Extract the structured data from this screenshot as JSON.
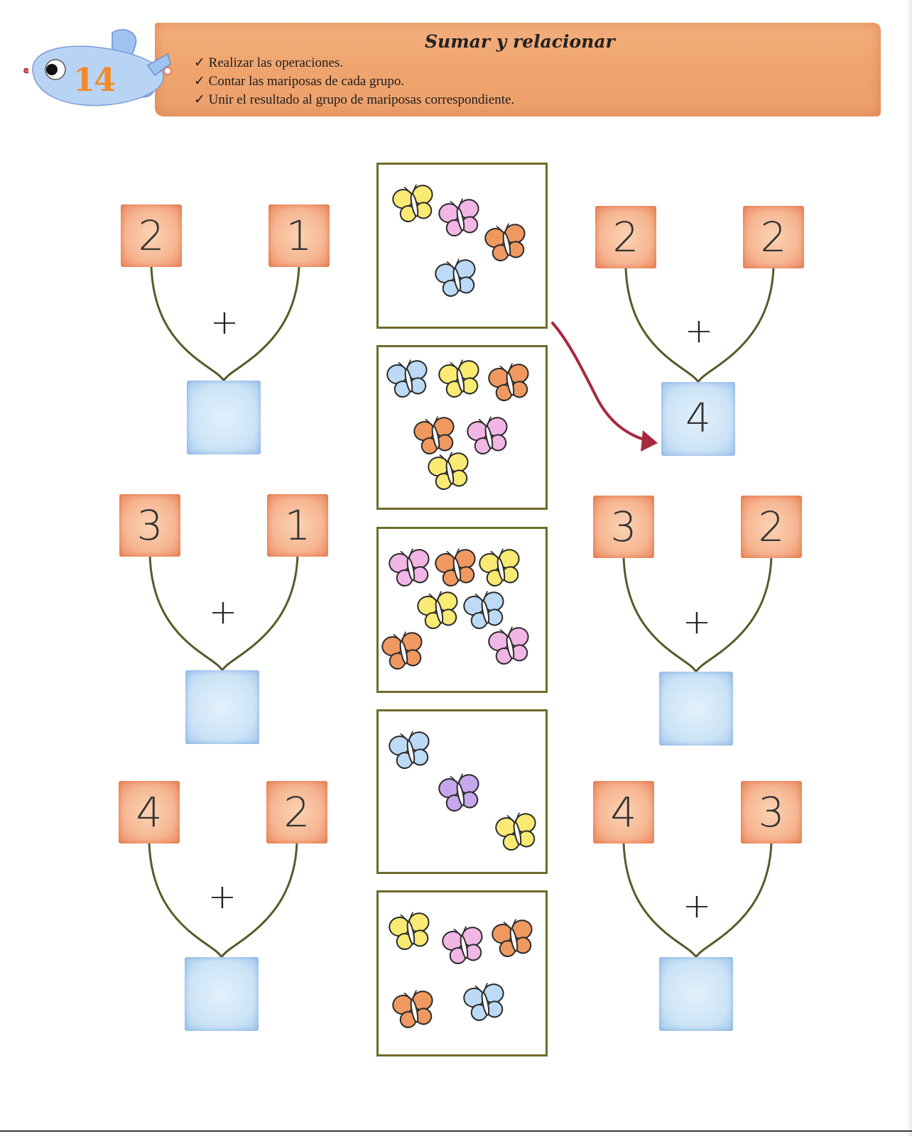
{
  "header": {
    "page_number": "14",
    "title": "Sumar y relacionar",
    "instructions": [
      "✓ Realizar las operaciones.",
      "✓ Contar las mariposas de cada grupo.",
      "✓ Unir el resultado al grupo de mariposas correspondiente."
    ]
  },
  "operator": "+",
  "exercises": [
    {
      "a": "2",
      "b": "1",
      "answer": ""
    },
    {
      "a": "2",
      "b": "2",
      "answer": "4"
    },
    {
      "a": "3",
      "b": "1",
      "answer": ""
    },
    {
      "a": "3",
      "b": "2",
      "answer": ""
    },
    {
      "a": "4",
      "b": "2",
      "answer": ""
    },
    {
      "a": "4",
      "b": "3",
      "answer": ""
    }
  ],
  "butterfly_groups": [
    {
      "count": 4,
      "colors": [
        "yellow",
        "pink",
        "orange",
        "blue"
      ]
    },
    {
      "count": 6,
      "colors": [
        "blue",
        "yellow",
        "orange",
        "orange",
        "pink",
        "yellow"
      ]
    },
    {
      "count": 7,
      "colors": [
        "pink",
        "orange",
        "yellow",
        "yellow",
        "blue",
        "orange",
        "pink"
      ]
    },
    {
      "count": 3,
      "colors": [
        "blue",
        "purple",
        "yellow"
      ]
    },
    {
      "count": 5,
      "colors": [
        "yellow",
        "pink",
        "orange",
        "orange",
        "blue"
      ]
    }
  ],
  "colors": {
    "yellow": "#f8ea73",
    "pink": "#f2b6e6",
    "orange": "#ef9960",
    "blue": "#bcdaf5",
    "purple": "#c6a7ec",
    "number_box": "#f6b692",
    "answer_box": "#cbe3f6",
    "stem": "#5a5a2a",
    "frame": "#6f6b2c",
    "arrow": "#a7283f"
  },
  "matched": {
    "from_group": 1,
    "to_exercise": 2
  }
}
